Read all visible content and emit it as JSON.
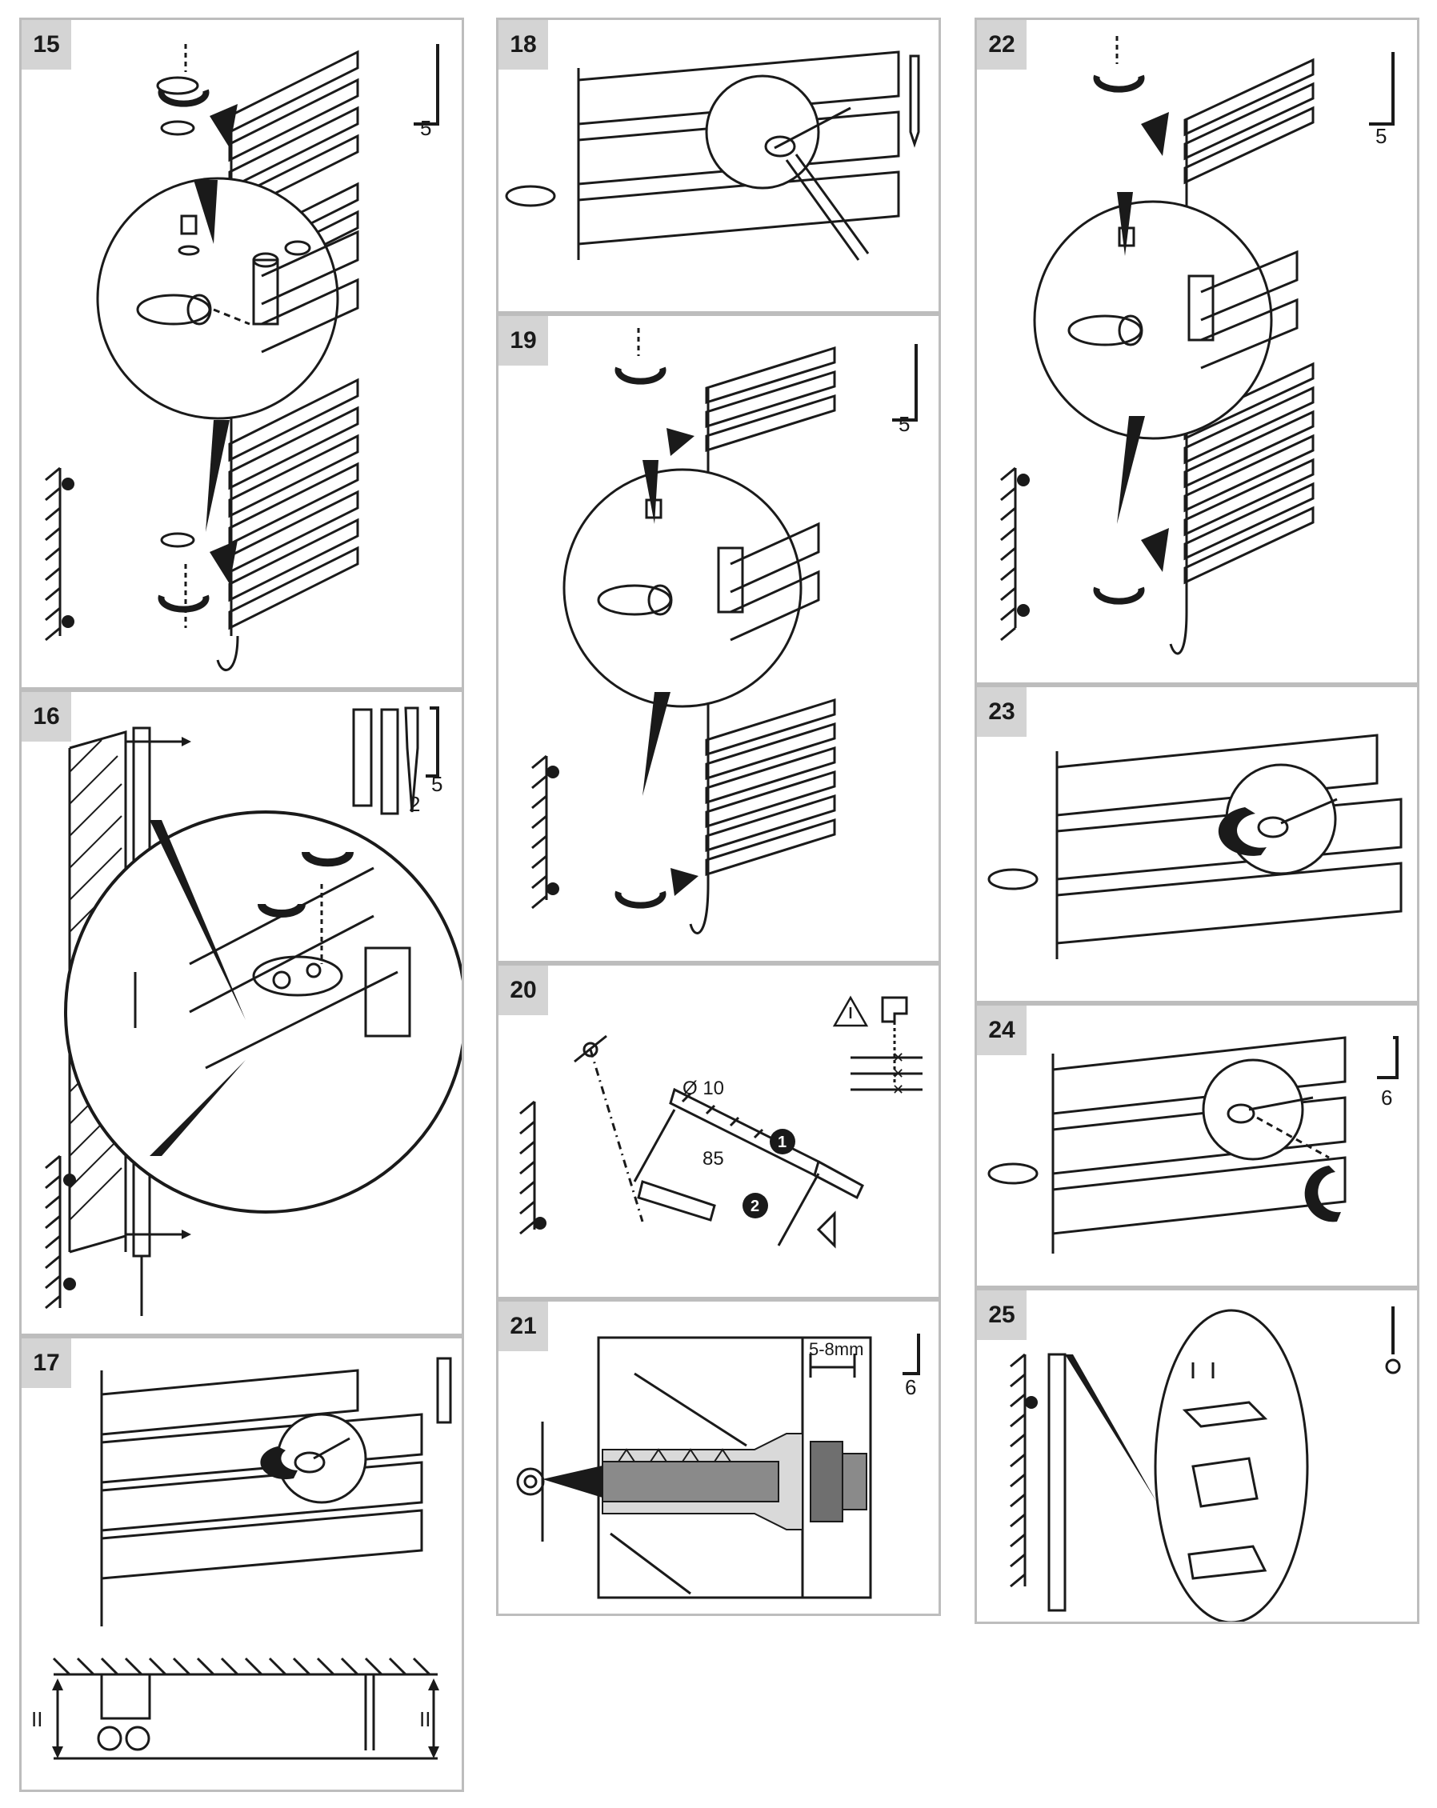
{
  "steps": [
    {
      "number": "15",
      "tool_size": "5"
    },
    {
      "number": "16",
      "tool_size": "5",
      "screwdriver_size": "2"
    },
    {
      "number": "17"
    },
    {
      "number": "18"
    },
    {
      "number": "19",
      "tool_size": "5"
    },
    {
      "number": "20",
      "diameter": "Ø 10",
      "depth": "85",
      "callout_1": "1",
      "callout_2": "2"
    },
    {
      "number": "21",
      "gap": "5-8mm",
      "tool_size": "6"
    },
    {
      "number": "22",
      "tool_size": "5"
    },
    {
      "number": "23"
    },
    {
      "number": "24",
      "tool_size": "6"
    },
    {
      "number": "25"
    }
  ],
  "icons": {
    "hex_key": "hex-key-icon",
    "screwdriver": "screwdriver-icon",
    "pencil": "pencil-icon",
    "warning": "warning-icon",
    "drill": "drill-icon",
    "spirit_level": "spirit-level-icon"
  },
  "colors": {
    "panel_border": "#bdbdbd",
    "badge_bg": "#d4d4d4",
    "line": "#1a1a1a",
    "grey_fill": "#8a8a8a"
  }
}
